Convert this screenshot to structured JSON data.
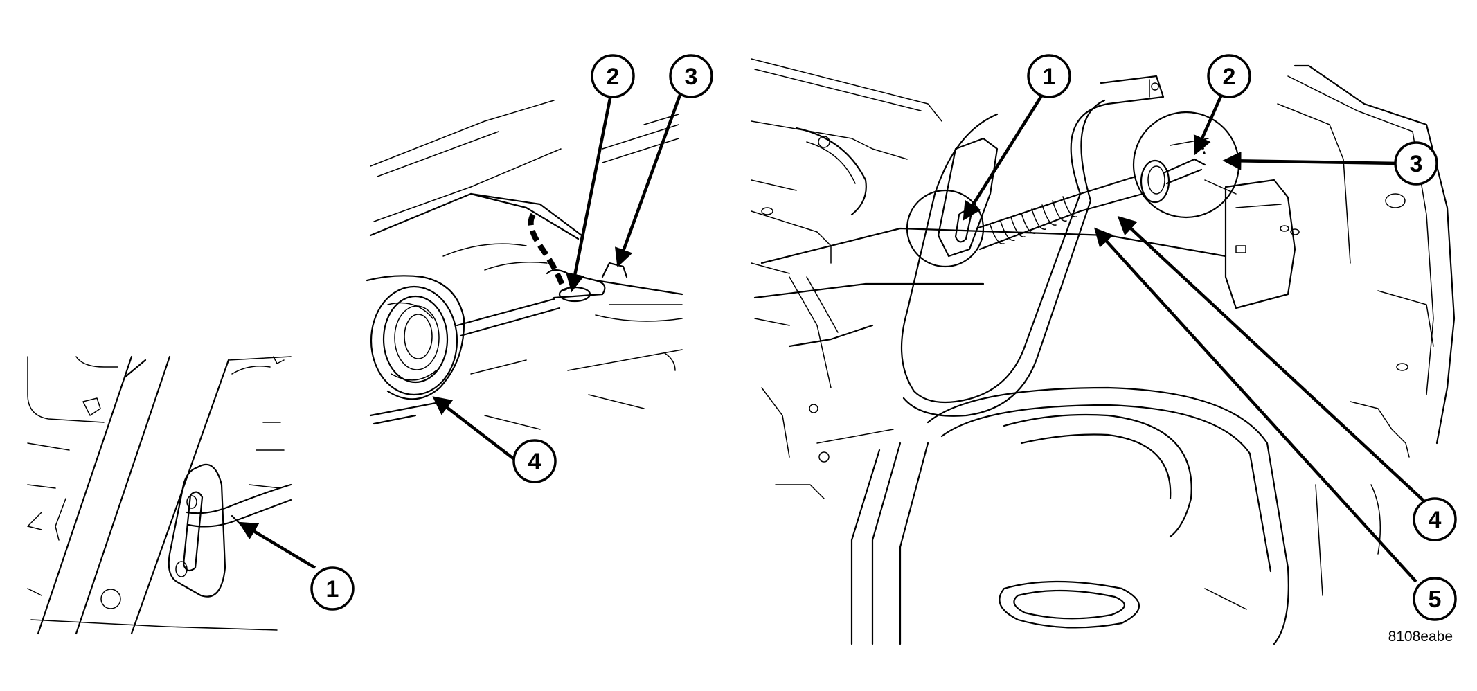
{
  "panels": {
    "left": {
      "callouts": [
        "1"
      ]
    },
    "middle": {
      "callouts": [
        "2",
        "3",
        "4"
      ]
    },
    "right": {
      "callouts": [
        "1",
        "2",
        "3",
        "4",
        "5"
      ]
    }
  },
  "figure_id": "8108eabe"
}
